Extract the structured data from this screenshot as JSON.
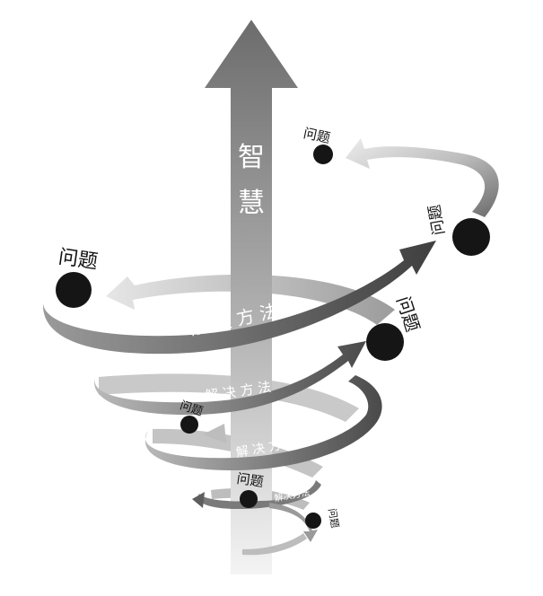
{
  "central_arrow": {
    "chars": [
      "智",
      "慧"
    ]
  },
  "problem_label": "问题",
  "solution_labels": {
    "band1": "解 决 方 法",
    "band2": "解 决 方 法",
    "band3": "解 决 方 法",
    "band4": "解决方法"
  },
  "colors": {
    "dark_arrow": "#555555",
    "mid_arrow": "#8a8a8a",
    "light_arrow": "#cfcfcf",
    "ball": "#151515"
  }
}
